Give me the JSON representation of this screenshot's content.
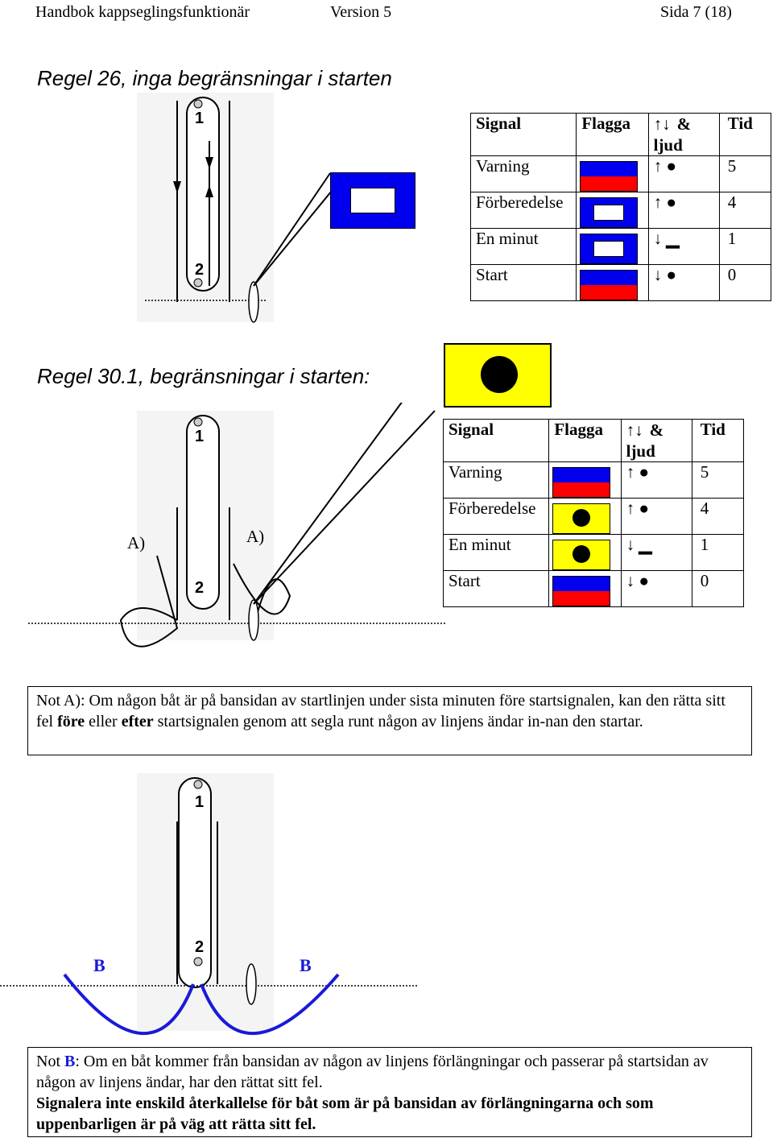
{
  "header": {
    "left": "Handbok kappseglingsfunktionär",
    "center": "Version 5",
    "right": "Sida 7 (18)"
  },
  "section1": {
    "title": "Regel 26, inga begränsningar i starten",
    "table": {
      "head": {
        "signal": "Signal",
        "flag": "Flagga",
        "sound_a": "&",
        "sound_b": "ljud",
        "time": "Tid"
      },
      "rows": [
        {
          "signal": "Varning",
          "time": "5"
        },
        {
          "signal": "Förberedelse",
          "time": "4"
        },
        {
          "signal": "En minut",
          "time": "1"
        },
        {
          "signal": "Start",
          "time": "0"
        }
      ]
    }
  },
  "section2": {
    "title": "Regel 30.1, begränsningar i starten:",
    "labelA1": "A)",
    "labelA2": "A)",
    "table": {
      "head": {
        "signal": "Signal",
        "flag": "Flagga",
        "sound_a": "&",
        "sound_b": "ljud",
        "time": "Tid"
      },
      "rows": [
        {
          "signal": "Varning",
          "time": "5"
        },
        {
          "signal": "Förberedelse",
          "time": "4"
        },
        {
          "signal": "En minut",
          "time": "1"
        },
        {
          "signal": "Start",
          "time": "0"
        }
      ]
    },
    "note": {
      "t1": "Not A): Om någon båt är på bansidan av startlinjen under sista minuten före startsignalen, kan den rätta sitt fel ",
      "b1": "före",
      "t2": " eller ",
      "b2": "efter",
      "t3": " startsignalen genom att segla runt någon av linjens ändar in-nan den startar."
    }
  },
  "section3": {
    "labelB1": "B",
    "labelB2": "B",
    "note": {
      "p1": "Not ",
      "pB": "B",
      "p2": ": Om en båt kommer från bansidan av någon av linjens förlängningar och passerar på startsidan av någon av linjens ändar, har den rättat sitt fel.",
      "bold": "Signalera inte enskild återkallelse för båt som är på bansidan av förlängningarna och som uppenbarligen är på väg att rätta sitt fel."
    }
  },
  "marks": {
    "one": "1",
    "two": "2"
  },
  "colors": {
    "blue": "#0000ee",
    "red": "#ff0000",
    "yellow": "#ffff00",
    "blue_path": "#1a1ad8"
  }
}
